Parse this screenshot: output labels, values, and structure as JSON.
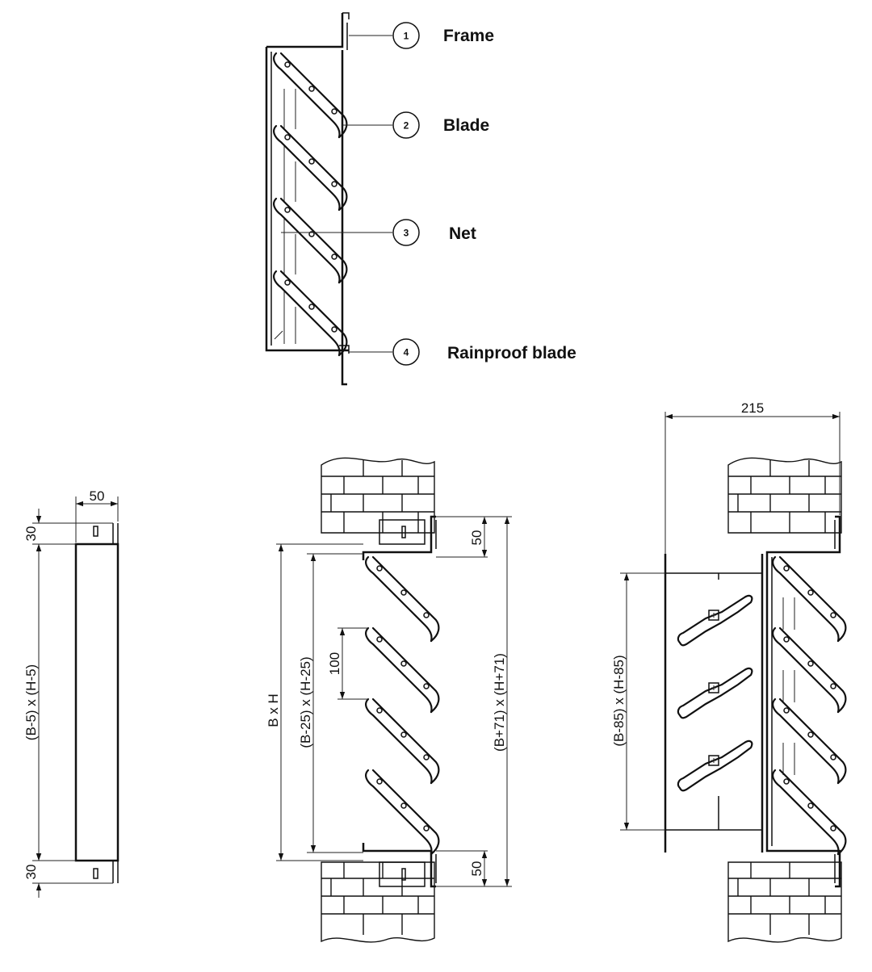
{
  "callouts": [
    {
      "num": "1",
      "label": "Frame"
    },
    {
      "num": "2",
      "label": "Blade"
    },
    {
      "num": "3",
      "label": "Net"
    },
    {
      "num": "4",
      "label": "Rainproof blade"
    }
  ],
  "dims": {
    "d50_top": "50",
    "d30_top": "30",
    "d30_bottom": "30",
    "b5": "(B-5) x (H-5)",
    "bxh": "B x H",
    "b25": "(B-25) x (H-25)",
    "d100": "100",
    "d50_right_top": "50",
    "d50_right_bottom": "50",
    "b71": "(B+71) x (H+71)",
    "d215": "215",
    "b85": "(B-85) x (H-85)"
  }
}
